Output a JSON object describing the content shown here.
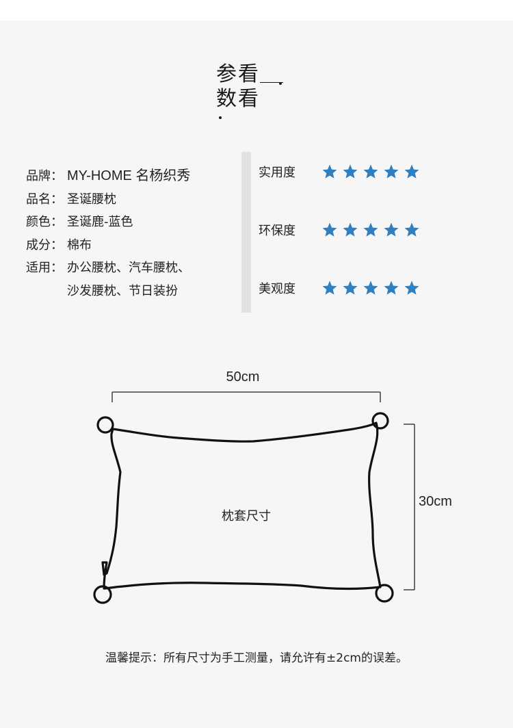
{
  "heading": {
    "line1": "参看",
    "line2": "数看"
  },
  "specs": {
    "brand": {
      "key": "品牌：",
      "value": "MY-HOME 名杨织秀"
    },
    "name": {
      "key": "品名：",
      "value": "圣诞腰枕"
    },
    "color": {
      "key": "颜色：",
      "value": "圣诞鹿-蓝色"
    },
    "material": {
      "key": "成分：",
      "value": "棉布"
    },
    "usage": {
      "key": "适用：",
      "value_line1": "办公腰枕、汽车腰枕、",
      "value_line2": "沙发腰枕、节日装扮"
    }
  },
  "ratings": [
    {
      "label": "实用度",
      "stars": 5
    },
    {
      "label": "环保度",
      "stars": 5
    },
    {
      "label": "美观度",
      "stars": 5
    }
  ],
  "size": {
    "width_label": "50cm",
    "height_label": "30cm",
    "pillow_label": "枕套尺寸"
  },
  "note": "温馨提示：所有尺寸为手工测量，请允许有±2cm的误差。",
  "colors": {
    "star": "#2f7fc1",
    "panel": "#f6f6f6",
    "bar": "#e2e2e2"
  }
}
